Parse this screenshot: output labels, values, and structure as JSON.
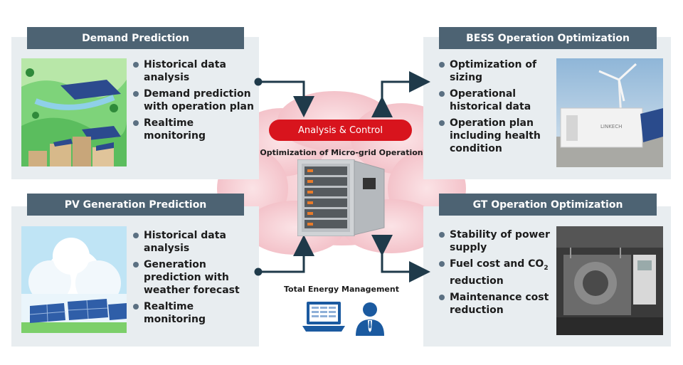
{
  "demand": {
    "title": "Demand Prediction",
    "items": [
      "Historical data analysis",
      "Demand prediction with operation plan",
      "Realtime monitoring"
    ]
  },
  "pv": {
    "title": "PV Generation Prediction",
    "items": [
      "Historical data analysis",
      "Generation prediction with weather forecast",
      "Realtime monitoring"
    ]
  },
  "bess": {
    "title": "BESS Operation Optimization",
    "items": [
      "Optimization of sizing",
      "Operational historical data",
      "Operation plan including health condition"
    ]
  },
  "gt": {
    "title": "GT Operation Optimization",
    "items": [
      "Stability of power supply",
      "Fuel cost and CO",
      "2",
      " reduction",
      "Maintenance cost reduction"
    ]
  },
  "center": {
    "pill": "Analysis & Control",
    "subtitle": "Optimization of Micro-grid Operation",
    "bottom": "Total Energy Management",
    "container_brand": "LINKECH"
  },
  "colors": {
    "header": "#4d6373",
    "panel": "#e8edf0",
    "accent_red": "#d8141d",
    "arrow": "#1f3a4a",
    "cloud": "#f4c9cf",
    "icon_blue": "#1b5aa0"
  }
}
